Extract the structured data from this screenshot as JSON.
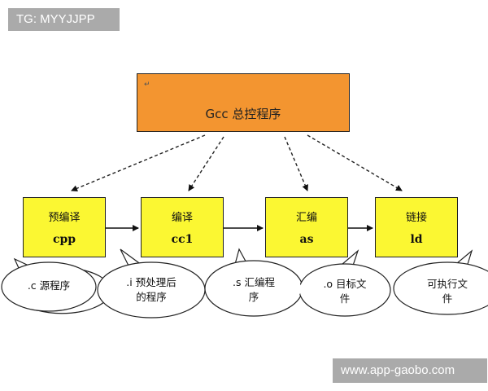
{
  "watermarks": {
    "top": "TG: MYYJJPP",
    "bottom": "www.app-gaobo.com"
  },
  "diagram": {
    "root": {
      "label": "Gcc 总控程序",
      "fill": "#f39530"
    },
    "stages": [
      {
        "title": "预编译",
        "command": "cpp"
      },
      {
        "title": "编译",
        "command": "cc1"
      },
      {
        "title": "汇编",
        "command": "as"
      },
      {
        "title": "链接",
        "command": "ld"
      }
    ],
    "stage_fill": "#fbf732",
    "bubbles": [
      {
        "lines": [
          ".c 源程序"
        ]
      },
      {
        "lines": [
          ".i 预处理后",
          "的程序"
        ]
      },
      {
        "lines": [
          ".s 汇编程",
          "序"
        ]
      },
      {
        "lines": [
          ".o 目标文",
          "件"
        ]
      },
      {
        "lines": [
          "可执行文",
          "件"
        ]
      }
    ]
  }
}
